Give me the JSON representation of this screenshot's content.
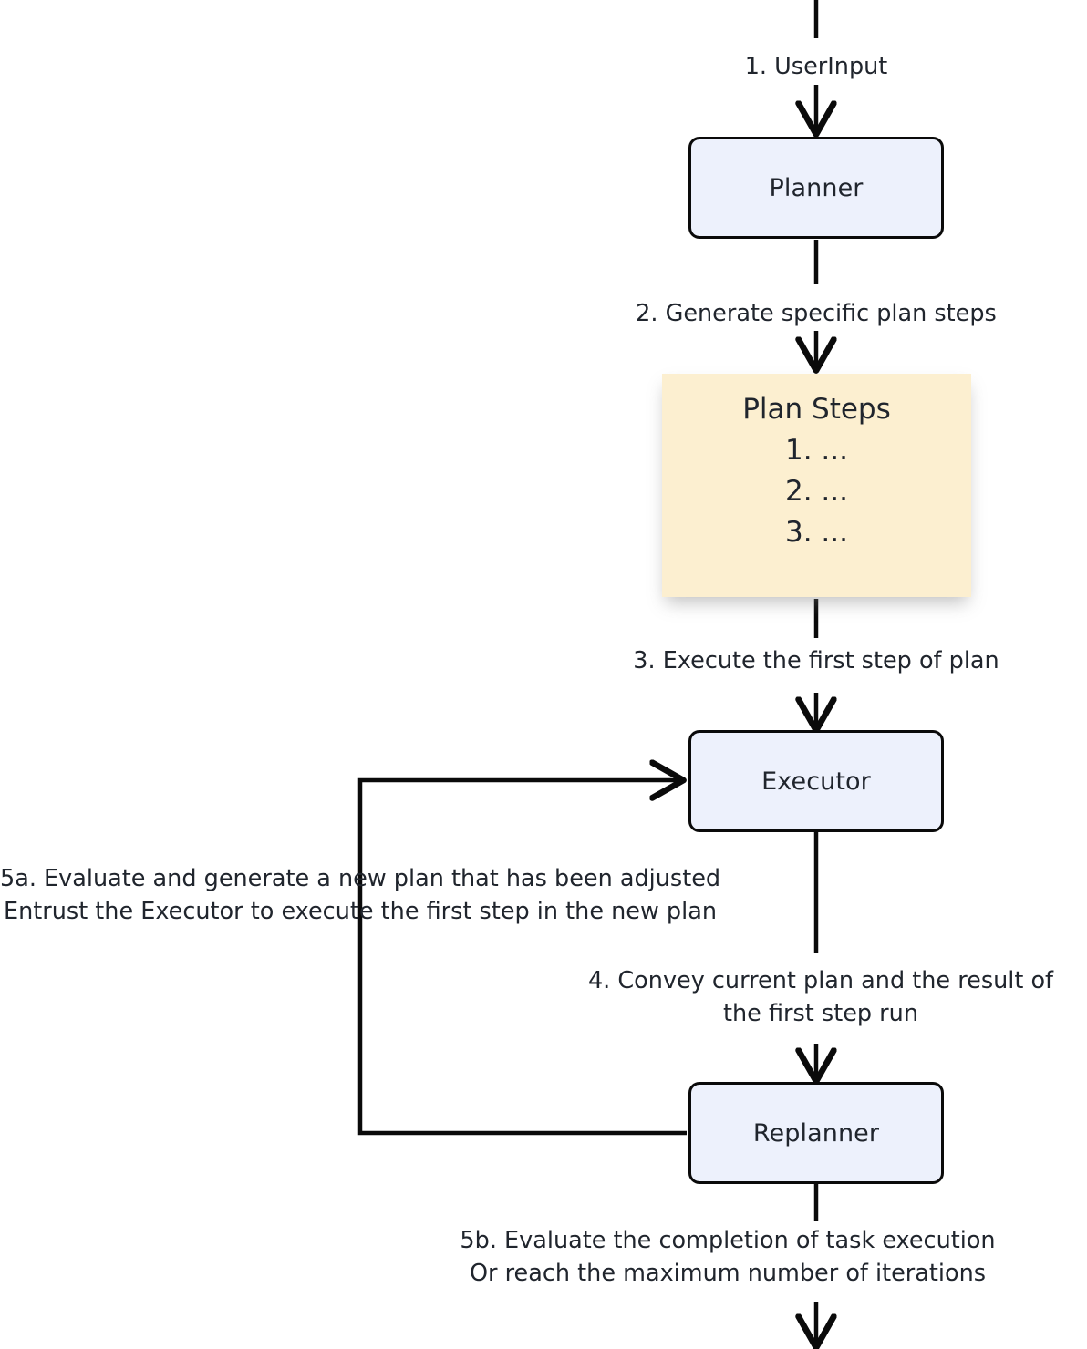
{
  "diagram": {
    "title": "Plan-and-Execute Agent Loop",
    "colors": {
      "node_fill": "#edf1fc",
      "node_stroke": "#0a0a0a",
      "note_fill": "#fcefd0",
      "text": "#20252d",
      "background": "#ffffff"
    },
    "nodes": {
      "planner": {
        "label": "Planner"
      },
      "plan_steps": {
        "title": "Plan Steps",
        "items": [
          "1. ...",
          "2. ...",
          "3. ..."
        ]
      },
      "executor": {
        "label": "Executor"
      },
      "replanner": {
        "label": "Replanner"
      }
    },
    "edges": {
      "user_input": {
        "label": "1. UserInput"
      },
      "generate_plan": {
        "label": "2. Generate specific plan steps"
      },
      "execute_first_step": {
        "label": "3. Execute the first step of plan"
      },
      "convey_result": {
        "line1": "4. Convey current plan and the result of",
        "line2": "the first step run"
      },
      "replan_loop": {
        "line1": "5a. Evaluate and generate a new plan that has been adjusted",
        "line2": "Entrust the Executor to execute the first step in the new plan"
      },
      "finish": {
        "line1": "5b. Evaluate the completion of task execution",
        "line2": "Or reach the maximum number of iterations"
      }
    }
  }
}
